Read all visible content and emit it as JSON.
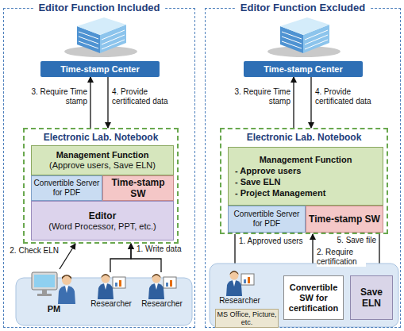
{
  "diagram": {
    "nodes": [
      {
        "text": [
          "Editor Function Included"
        ]
      },
      {
        "text": [
          "Time-stamp Center"
        ],
        "in": 0
      },
      {
        "text": [
          "Electronic Lab. Notebook"
        ],
        "in": 0
      },
      {
        "text": [
          "Management Function",
          "(Approve users, Save ELN)"
        ],
        "in": 2
      },
      {
        "text": [
          "Convertible Server for PDF"
        ],
        "in": 2
      },
      {
        "text": [
          "Time-stamp SW"
        ],
        "in": 2
      },
      {
        "text": [
          "Editor",
          "(Word Processor, PPT, etc.)"
        ],
        "in": 2
      },
      {
        "text": [
          "PM"
        ],
        "in": 0
      },
      {
        "text": [
          "Researcher"
        ],
        "in": 0
      },
      {
        "text": [
          "Researcher"
        ],
        "in": 0
      },
      {
        "text": [
          "Editor Function Excluded"
        ]
      },
      {
        "text": [
          "Time-stamp Center"
        ],
        "in": 10
      },
      {
        "text": [
          "Electronic Lab. Notebook"
        ],
        "in": 10
      },
      {
        "text": [
          "Management Function",
          "- Approve users",
          "- Save ELN",
          "- Project Management"
        ],
        "in": 12
      },
      {
        "text": [
          "Convertible Server for PDF"
        ],
        "in": 12
      },
      {
        "text": [
          "Time-stamp SW"
        ],
        "in": 12
      },
      {
        "text": [
          "Researcher"
        ],
        "in": 10
      },
      {
        "text": [
          "MS Office, Picture, etc."
        ],
        "in": 10
      },
      {
        "text": [
          "Convertible SW for certification"
        ],
        "in": 10
      },
      {
        "text": [
          "Save ELN"
        ],
        "in": 10
      }
    ],
    "edges": [
      {
        "from": 2,
        "to": 1,
        "label": "3. Require Time stamp",
        "arrow": "to"
      },
      {
        "from": 1,
        "to": 2,
        "label": "4. Provide certificated data",
        "arrow": "to"
      },
      {
        "from": 7,
        "to": 2,
        "label": "2. Check ELN",
        "arrow": "to"
      },
      {
        "from": 8,
        "to": 2,
        "label": "1. Write data",
        "arrow": "to"
      },
      {
        "from": 9,
        "to": 2,
        "arrow": "to"
      },
      {
        "from": 12,
        "to": 11,
        "label": "3. Require Time stamp",
        "arrow": "to"
      },
      {
        "from": 11,
        "to": 12,
        "label": "4. Provide certificated data",
        "arrow": "to"
      },
      {
        "from": 12,
        "to": 16,
        "label": "1. Approved users",
        "arrow": "to"
      },
      {
        "from": 18,
        "to": 12,
        "label": "2. Require certification",
        "arrow": "to"
      },
      {
        "from": 12,
        "to": 19,
        "label": "5. Save file",
        "arrow": "to"
      },
      {
        "from": 16,
        "to": 18,
        "arrow": "to"
      }
    ]
  }
}
